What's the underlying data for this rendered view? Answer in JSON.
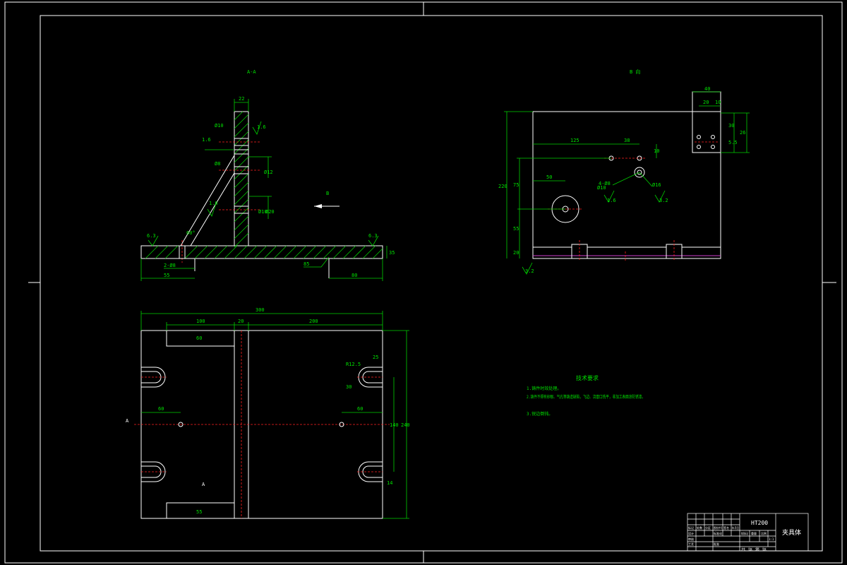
{
  "colors": {
    "background": "#000000",
    "outline": "#ffffff",
    "dimension": "#00e000",
    "centerline": "#ff2020",
    "hidden": "#d040d0"
  },
  "views": {
    "section_label": "A-A",
    "view_b_label": "B 向",
    "arrow_b_label": "B",
    "section_mark_top": "A",
    "section_mark_bottom": "A"
  },
  "front_dims": {
    "d22": "22",
    "d80": "80",
    "d85": "85",
    "d55": "55",
    "d35": "35",
    "d2_10": "2-Ø8",
    "angle": "60°",
    "r1_6_a": "1.6",
    "r1_6_b": "1.6",
    "r1_6_c": "1.6",
    "r6_3_a": "6.3",
    "r6_3_b": "6.3",
    "h1": "Ø10",
    "h2": "Ø8",
    "h3": "Ø12",
    "h4": "Ø10",
    "h5": "Ø20"
  },
  "plan_dims": {
    "overall": "300",
    "d100": "100",
    "d20": "20",
    "d200": "200",
    "d60a": "60",
    "d60b": "60",
    "r12_5": "R12.5",
    "d30": "30",
    "d25": "25",
    "d140": "140",
    "d240": "240",
    "d14": "14",
    "d60c": "60",
    "d55": "55"
  },
  "view_b_dims": {
    "d40": "40",
    "d20": "20",
    "d10": "10",
    "d30": "30",
    "d26": "26",
    "d5_5": "5.5",
    "d125": "125",
    "d38": "38",
    "d10b": "10",
    "d50": "50",
    "d220": "220",
    "d75": "75",
    "d55": "55",
    "d20b": "20",
    "hole_a": "4-Ø8",
    "hole_b": "Ø10",
    "hole_c": "Ø16",
    "rough_a": "1.6",
    "rough_b": "3.2",
    "rough_c": "3.2"
  },
  "notes": {
    "title": "技术要求",
    "lines": [
      "1.铸件时效处理。",
      "2.铸件不得有砂眼、气孔等铸造缺陷，飞边、浇冒口铣平，非加工表面涂防锈漆。",
      "3.锐边倒钝。"
    ]
  },
  "title_block": {
    "material": "HT200",
    "part_name": "夹具体",
    "cells": [
      "标记",
      "处数",
      "分区",
      "更改文件号",
      "签名",
      "年月日",
      "设计",
      "标准化",
      "阶段标记",
      "重量",
      "比例",
      "审核",
      "工艺",
      "批准",
      "共 张 第 张",
      "1:1"
    ]
  }
}
